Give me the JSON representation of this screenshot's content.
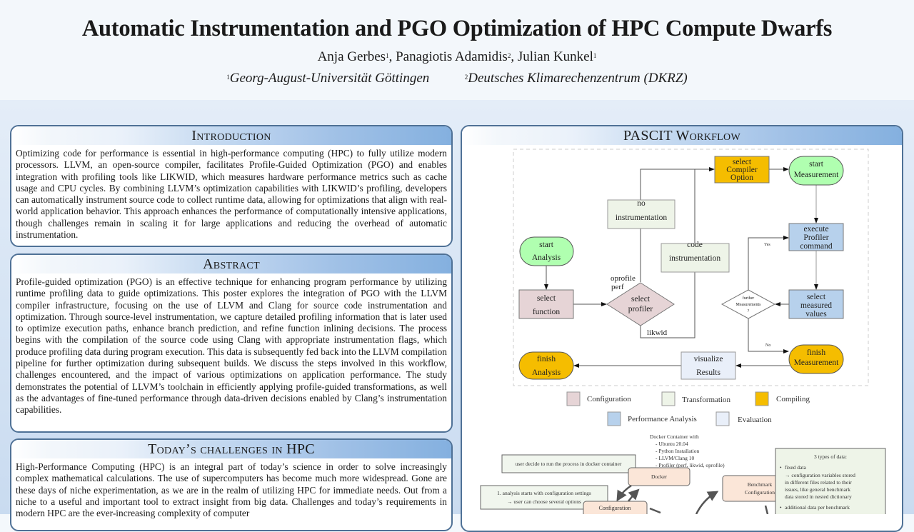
{
  "header": {
    "title": "Automatic Instrumentation and PGO Optimization of HPC Compute Dwarfs",
    "authors": [
      {
        "name": "Anja Gerbes",
        "aff": "1"
      },
      {
        "name": "Panagiotis Adamidis",
        "aff": "2"
      },
      {
        "name": "Julian Kunkel",
        "aff": "1"
      }
    ],
    "affiliations": [
      {
        "num": "1",
        "name": "Georg-August-Universität Göttingen"
      },
      {
        "num": "2",
        "name": "Deutsches Klimarechenzentrum (DKRZ)"
      }
    ]
  },
  "introduction": {
    "title": "Introduction",
    "body": "Optimizing code for performance is essential in high-performance computing (HPC) to fully utilize modern processors. LLVM, an open-source compiler, facilitates Profile-Guided Optimization (PGO) and enables integration with profiling tools like LIKWID, which measures hardware performance metrics such as cache usage and CPU cycles. By combining LLVM’s optimization capabilities with LIKWID’s profiling, developers can automatically instrument source code to collect runtime data, allowing for optimizations that align with real-world application behavior. This approach enhances the performance of computationally intensive applications, though challenges remain in scaling it for large applications and reducing the overhead of automatic instrumentation."
  },
  "abstract": {
    "title": "Abstract",
    "body": "Profile-guided optimization (PGO) is an effective technique for enhancing program performance by utilizing runtime profiling data to guide optimizations. This poster explores the integration of PGO with the LLVM compiler infrastructure, focusing on the use of LLVM and Clang for source code instrumentation and optimization. Through source-level instrumentation, we capture detailed profiling information that is later used to optimize execution paths, enhance branch prediction, and refine function inlining decisions. The process begins with the compilation of the source code using Clang with appropriate instrumentation flags, which produce profiling data during program execution. This data is subsequently fed back into the LLVM compilation pipeline for further optimization during subsequent builds. We discuss the steps involved in this workflow, challenges encountered, and the impact of various optimizations on application performance. The study demonstrates the potential of LLVM’s toolchain in efficiently applying profile-guided transformations, as well as the advantages of fine-tuned performance through data-driven decisions enabled by Clang’s instrumentation capabilities."
  },
  "challenges": {
    "title": "Today’s challenges in HPC",
    "body": "High-Performance Computing (HPC) is an integral part of today’s science in order to solve increasingly complex mathematical calculations. The use of supercomputers has become much more widespread. Gone are these days of niche experimentation, as we are in the realm of utilizing HPC for immediate needs. Out from a niche to a useful and important tool to extract insight from big data. Challenges and today’s requirements in modern HPC are the ever-increasing complexity of computer"
  },
  "workflow": {
    "title": "PASCIT Workflow",
    "nodes": {
      "start_analysis": [
        "start",
        "Analysis"
      ],
      "select_function": [
        "select",
        "function"
      ],
      "select_profiler": [
        "select",
        "profiler"
      ],
      "no_instr": [
        "no",
        "instrumentation"
      ],
      "code_instr": [
        "code",
        "instrumentation"
      ],
      "compiler": [
        "select",
        "Compiler",
        "Option"
      ],
      "start_meas": [
        "start",
        "Measurement"
      ],
      "exec_prof": [
        "execute",
        "Profiler",
        "command"
      ],
      "select_meas": [
        "select",
        "measured",
        "values"
      ],
      "further": [
        "further",
        "Measurements",
        "?"
      ],
      "finish_meas": [
        "finish",
        "Measurement"
      ],
      "visualize": [
        "visualize",
        "Results"
      ],
      "finish_analysis": [
        "finish",
        "Analysis"
      ]
    },
    "edge_labels": {
      "oprofile": "oprofile",
      "perf": "perf",
      "likwid": "likwid",
      "yes": "Yes",
      "no": "No"
    },
    "legend": [
      {
        "label": "Configuration",
        "color": "#e6d4d6"
      },
      {
        "label": "Transformation",
        "color": "#eef4e8"
      },
      {
        "label": "Compiling",
        "color": "#f5bd00"
      },
      {
        "label": "Performance Analysis",
        "color": "#b7d1ec"
      },
      {
        "label": "Evaluation",
        "color": "#e9eff9"
      }
    ],
    "colors": {
      "start": "#b0ffb0"
    }
  },
  "docker_diagram": {
    "container_title": "Docker Container with",
    "container_items": [
      "- Ubuntu 20.04",
      "- Python Installation",
      "- LLVM/Clang 10",
      "- Profiler (perf, likwid, oprofile)"
    ],
    "user_note": "user decide to run the process in docker container",
    "docker": "Docker",
    "analysis_note": [
      "1. analysis starts with configuration settings",
      "→ user can choose several options"
    ],
    "configuration": "Configuration",
    "benchmark": [
      "Benchmark",
      "Configuration"
    ],
    "data_title": "3 types of data:",
    "data_items": [
      "fixed data",
      "→ configuration variables stored",
      "in different files related to their",
      "issues, like general benchmark",
      "data stored in nested dictionary",
      "additional data per benchmark"
    ]
  }
}
